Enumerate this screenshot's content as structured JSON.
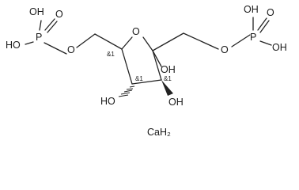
{
  "molecule": {
    "atoms": {
      "p_left_oh_top": "OH",
      "p_left_o_double": "O",
      "p_left": "P",
      "p_left_oh_bottom": "HO",
      "o_ester_left": "O",
      "o_ring": "O",
      "oh_c2": "OH",
      "o_ester_right": "O",
      "p_right_oh_top": "OH",
      "p_right_o_double": "O",
      "p_right": "P",
      "p_right_oh_right": "OH",
      "oh_c4": "HO",
      "oh_c3": "OH"
    },
    "stereo_labels": {
      "c5": "&1",
      "c4": "&1",
      "c3": "&1"
    },
    "counterion": "CaH₂"
  },
  "colors": {
    "bond": "#222222",
    "text": "#1a1a1a",
    "background": "#ffffff"
  }
}
